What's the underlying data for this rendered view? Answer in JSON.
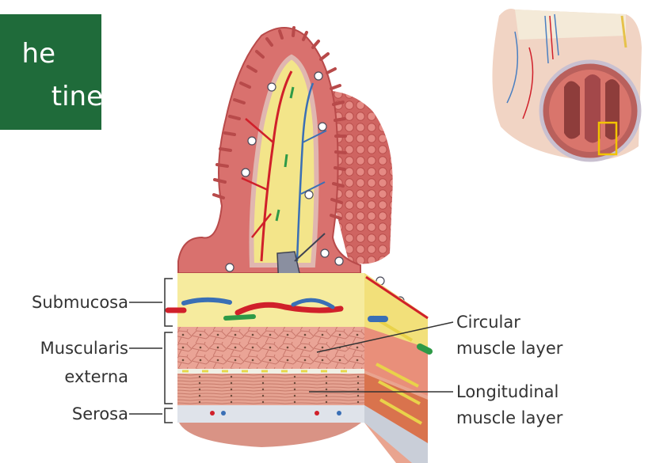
{
  "title": {
    "line1": "he",
    "line2": "tine",
    "background_color": "#1f6b3a"
  },
  "labels": {
    "submucosa": "Submucosa",
    "muscularis_line1": "Muscularis",
    "muscularis_line2": "externa",
    "serosa": "Serosa",
    "circular_line1": "Circular",
    "circular_line2": "muscle layer",
    "longitudinal_line1": "Longitudinal",
    "longitudinal_line2": "muscle layer"
  },
  "colors": {
    "villus_tissue": "#d9716e",
    "villus_edge": "#b84a4a",
    "lamina_propria": "#f3e58a",
    "submucosa": "#f6eb9e",
    "circular_muscle": "#e8a294",
    "longitudinal_muscle": "#e4a08f",
    "serosa": "#dfe3ea",
    "artery": "#d0202a",
    "vein": "#3a6fb5",
    "lymph": "#2e9a47",
    "highlight_box": "#f2c400"
  }
}
